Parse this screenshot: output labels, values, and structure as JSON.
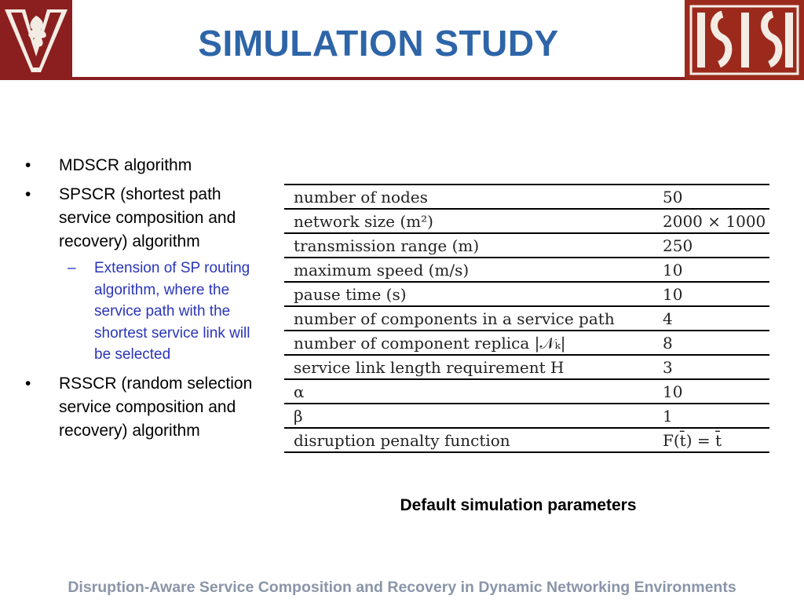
{
  "header": {
    "title": "SIMULATION STUDY",
    "left_logo_icon": "vanderbilt-v-oak-leaf-logo",
    "right_logo_icon": "isis-logo",
    "brand_color": "#8b1f1f",
    "title_color": "#2e65a8"
  },
  "bullets": [
    {
      "text": "MDSCR algorithm"
    },
    {
      "text": "SPSCR (shortest path service composition and recovery) algorithm",
      "sub": "Extension of SP routing algorithm, where the service path with the shortest service link will be selected"
    },
    {
      "text": "RSSCR (random selection service composition and recovery) algorithm"
    }
  ],
  "table": {
    "rows": [
      {
        "param": "number of nodes",
        "value": "50"
      },
      {
        "param": "network size (m²)",
        "value": "2000 × 1000"
      },
      {
        "param": "transmission range (m)",
        "value": "250"
      },
      {
        "param": "maximum speed (m/s)",
        "value": "10"
      },
      {
        "param": "pause time (s)",
        "value": "10"
      },
      {
        "param": "number of components in a service path",
        "value": "4"
      },
      {
        "param": "number of component replica |𝒩ₖ|",
        "value": "8"
      },
      {
        "param": "service link length requirement H",
        "value": "3"
      },
      {
        "param": "α",
        "value": "10"
      },
      {
        "param": "β",
        "value": "1"
      },
      {
        "param": "disruption penalty function",
        "value": "F(t̄) = t̄"
      }
    ],
    "caption": "Default simulation parameters"
  },
  "footer": "Disruption-Aware Service Composition and Recovery in Dynamic Networking Environments"
}
